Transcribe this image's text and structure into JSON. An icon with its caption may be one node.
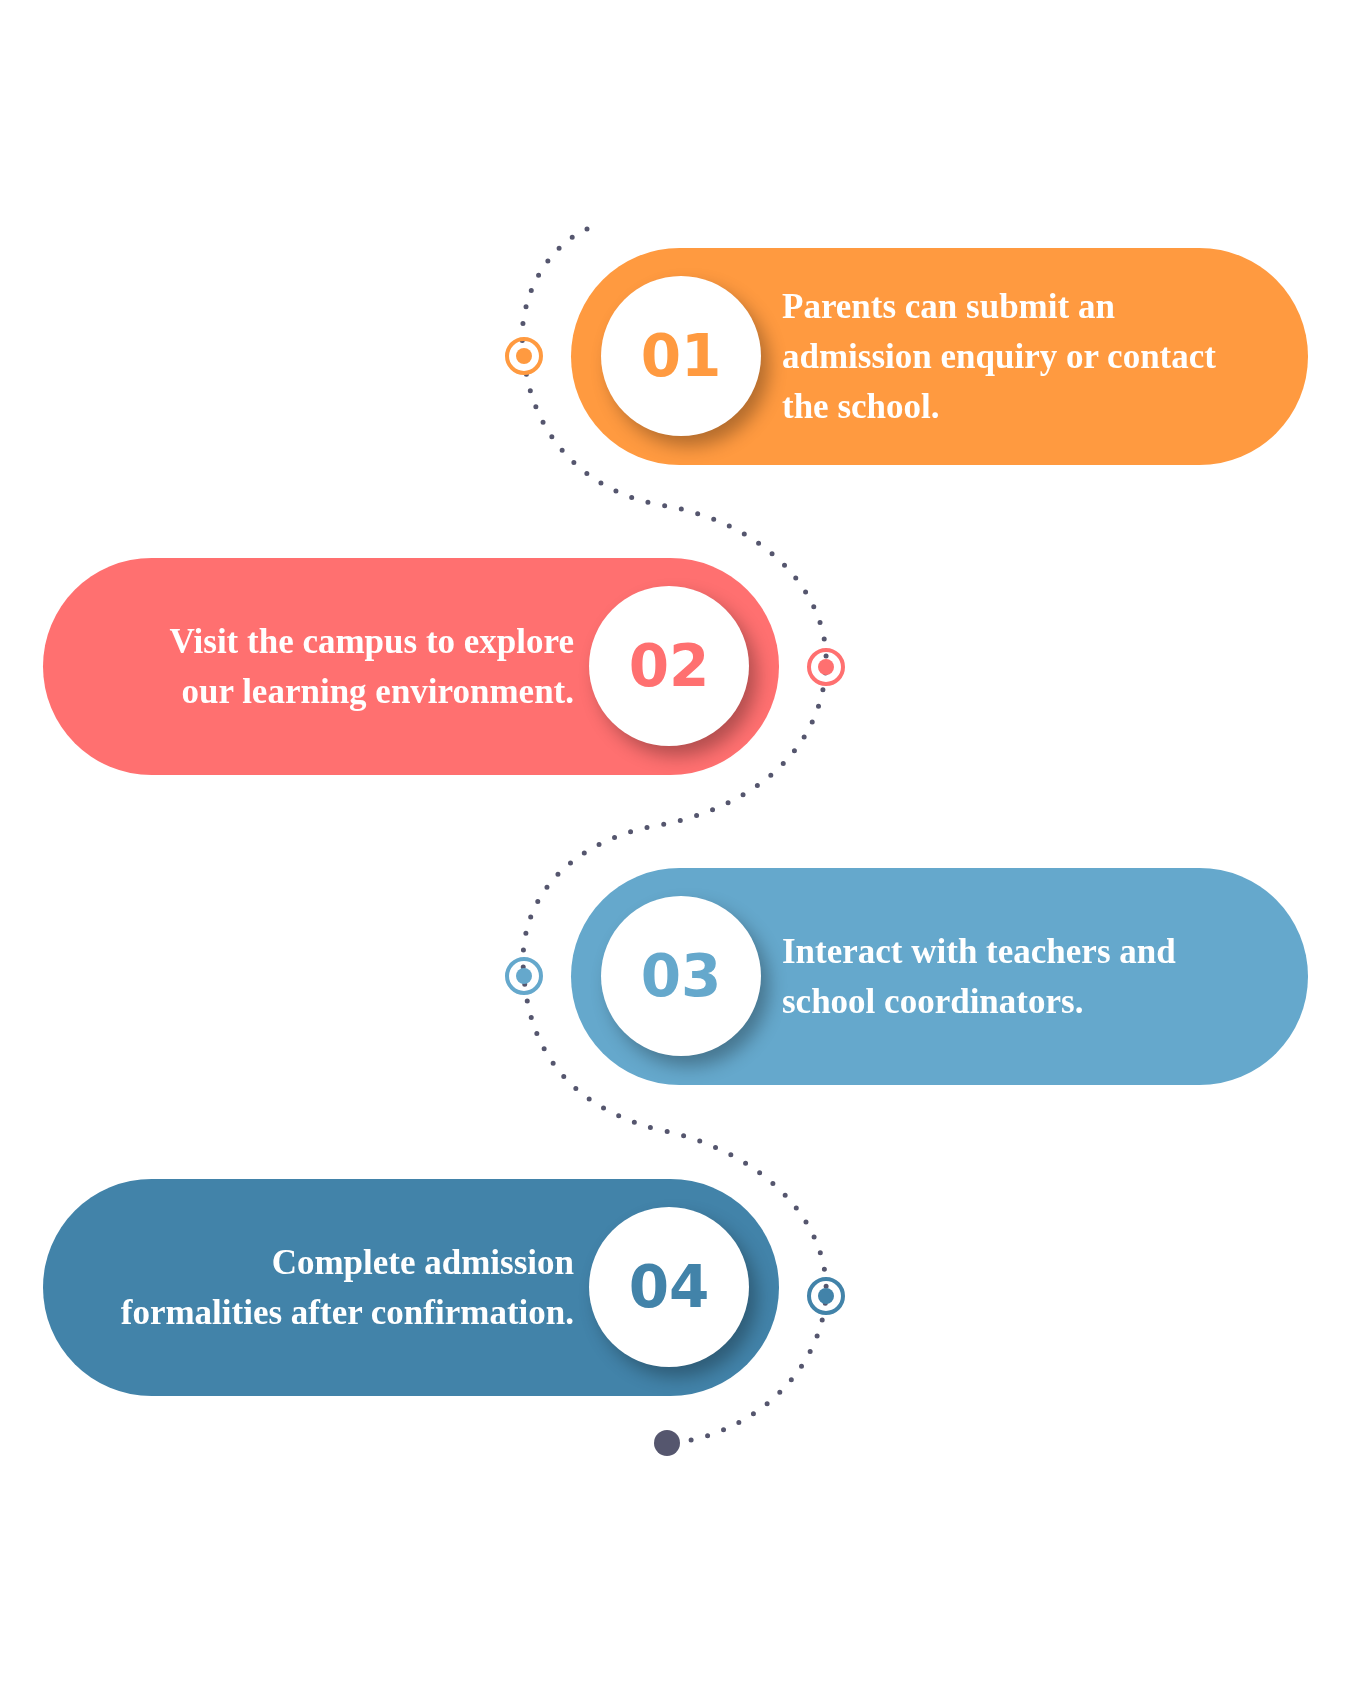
{
  "diagram": {
    "nodes": [
      {
        "text": [
          "01",
          "Parents can submit an admission enquiry or contact the school."
        ]
      },
      {
        "text": [
          "Visit the campus to explore our learning environment.",
          "02"
        ]
      },
      {
        "text": [
          "03",
          "Interact with teachers and school coordinators."
        ]
      },
      {
        "text": [
          "Complete admission formalities after confirmation.",
          "04"
        ]
      }
    ]
  }
}
